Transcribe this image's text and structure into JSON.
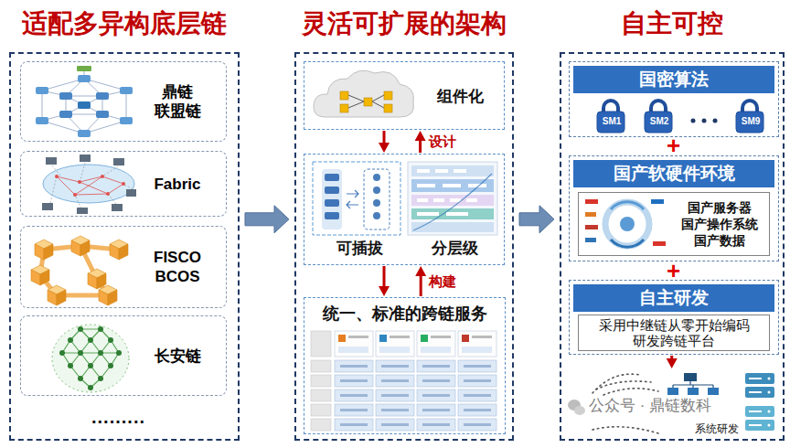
{
  "diagram": {
    "nodes": [
      {
        "text": [
          "适配多异构底层链"
        ]
      },
      {
        "text": [
          "鼎链 联盟链"
        ],
        "in": 0
      },
      {
        "text": [
          "Fabric"
        ],
        "in": 0
      },
      {
        "text": [
          "FISCO BCOS"
        ],
        "in": 0
      },
      {
        "text": [
          "长安链"
        ],
        "in": 0
      },
      {
        "text": [
          "灵活可扩展的架构"
        ]
      },
      {
        "text": [
          "组件化"
        ],
        "in": 5
      },
      {
        "text": [
          "可插拔",
          "分层级"
        ],
        "in": 5
      },
      {
        "text": [
          "统一、标准的跨链服务"
        ],
        "in": 5
      },
      {
        "text": [
          "自主可控"
        ]
      },
      {
        "text": [
          "国密算法"
        ],
        "in": 9
      },
      {
        "text": [
          "SM1"
        ],
        "in": 10
      },
      {
        "text": [
          "SM2"
        ],
        "in": 10
      },
      {
        "text": [
          "SM9"
        ],
        "in": 10
      },
      {
        "text": [
          "国产软硬件环境"
        ],
        "in": 9
      },
      {
        "text": [
          "国产服务器 国产操作系统 国产数据"
        ],
        "in": 14
      },
      {
        "text": [
          "自主研发"
        ],
        "in": 9
      },
      {
        "text": [
          "采用中继链从零开始编码 研发跨链平台"
        ],
        "in": 16
      },
      {
        "text": [
          "系统研发"
        ],
        "in": 9
      }
    ],
    "edges": [
      {
        "from": 0,
        "to": 5,
        "arrow": "to"
      },
      {
        "from": 5,
        "to": 9,
        "arrow": "to"
      },
      {
        "from": 6,
        "to": 7,
        "arrow": "to"
      },
      {
        "from": 7,
        "to": 6,
        "arrow": "to",
        "label": "设计"
      },
      {
        "from": 7,
        "to": 8,
        "arrow": "to"
      },
      {
        "from": 8,
        "to": 7,
        "arrow": "to",
        "label": "构建"
      },
      {
        "from": 16,
        "to": 18,
        "arrow": "to"
      }
    ],
    "labels": [
      ".........",
      "+",
      "+",
      "公众号 · 鼎链数科"
    ]
  }
}
